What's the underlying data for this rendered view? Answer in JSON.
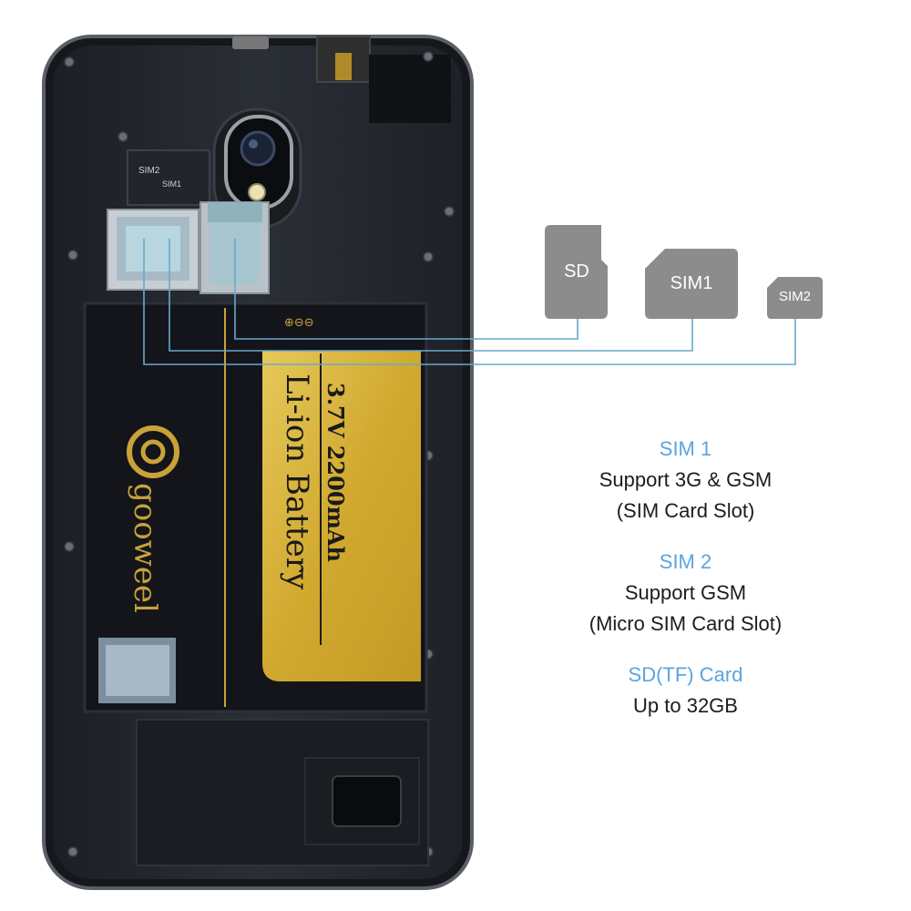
{
  "cards": [
    {
      "id": "sd",
      "label": "SD"
    },
    {
      "id": "sim1",
      "label": "SIM1"
    },
    {
      "id": "sim2",
      "label": "SIM2"
    }
  ],
  "phone": {
    "slot_tray_labels": [
      "SIM2",
      "SIM1"
    ],
    "battery": {
      "brand": "gooweel",
      "polarity_mark": "⊕⊖⊖",
      "spec": "3.7V 2200mAh",
      "type": "Li-ion Battery"
    }
  },
  "specs": [
    {
      "heading": "SIM 1",
      "lines": [
        "Support 3G & GSM",
        "(SIM Card Slot)"
      ]
    },
    {
      "heading": "SIM 2",
      "lines": [
        "Support GSM",
        "(Micro SIM Card Slot)"
      ]
    },
    {
      "heading": "SD(TF) Card",
      "lines": [
        "Up to 32GB"
      ]
    }
  ],
  "colors": {
    "card_gray": "#8c8c8c",
    "leader_line": "#6aa8cc",
    "heading_blue": "#5ba4e0",
    "battery_gold": "#d8b43a",
    "phone_body": "#23262d"
  }
}
